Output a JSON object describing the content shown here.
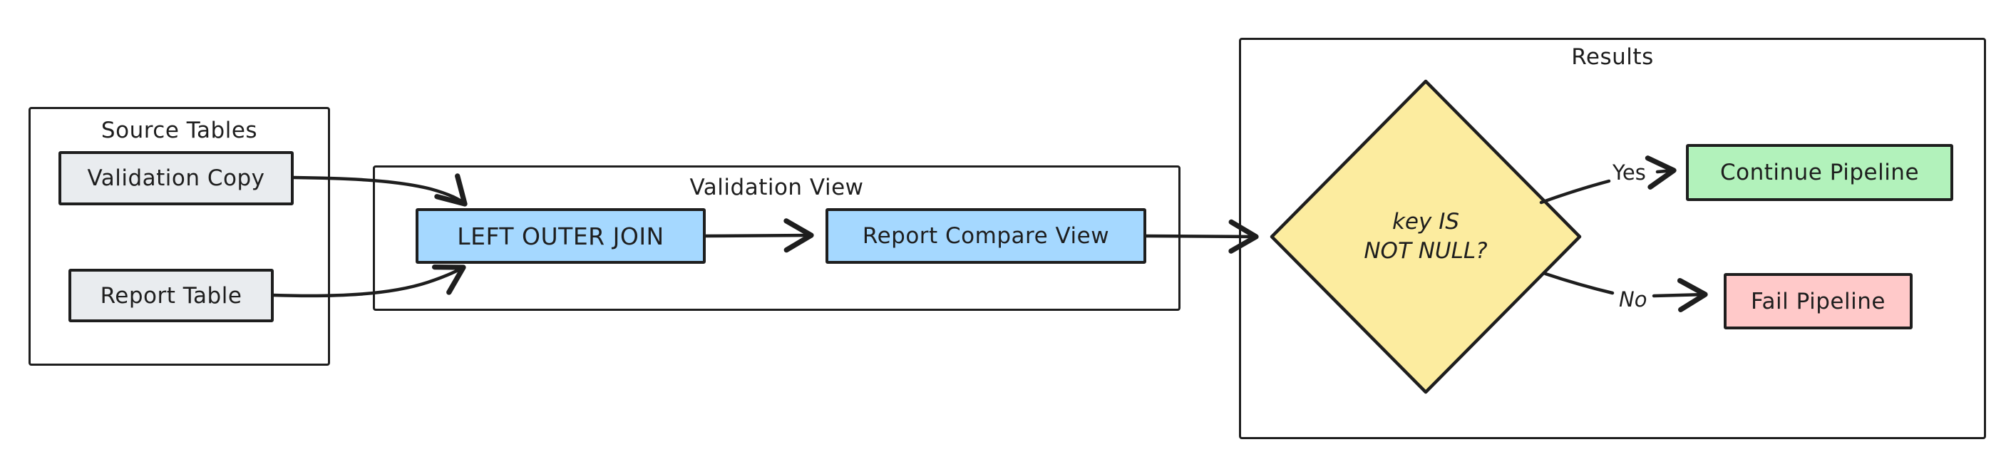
{
  "containers": {
    "source_tables": {
      "label": "Source Tables"
    },
    "validation_view": {
      "label": "Validation View"
    },
    "results": {
      "label": "Results"
    }
  },
  "nodes": {
    "validation_copy": {
      "label": "Validation Copy",
      "fill": "#e9ecef"
    },
    "report_table": {
      "label": "Report Table",
      "fill": "#e9ecef"
    },
    "left_outer_join": {
      "label": "LEFT OUTER JOIN",
      "fill": "#a5d8ff"
    },
    "report_compare_view": {
      "label": "Report Compare View",
      "fill": "#a5d8ff"
    },
    "decision": {
      "label_line1": "key IS",
      "label_line2": "NOT NULL?",
      "fill": "#fcec9f",
      "shape": "diamond"
    },
    "continue_pipeline": {
      "label": "Continue Pipeline",
      "fill": "#b2f2bb"
    },
    "fail_pipeline": {
      "label": "Fail Pipeline",
      "fill": "#ffc9c9"
    }
  },
  "edges": {
    "yes_label": "Yes",
    "no_label": "No"
  },
  "colors": {
    "stroke": "#1e1e1e",
    "background": "#ffffff"
  }
}
